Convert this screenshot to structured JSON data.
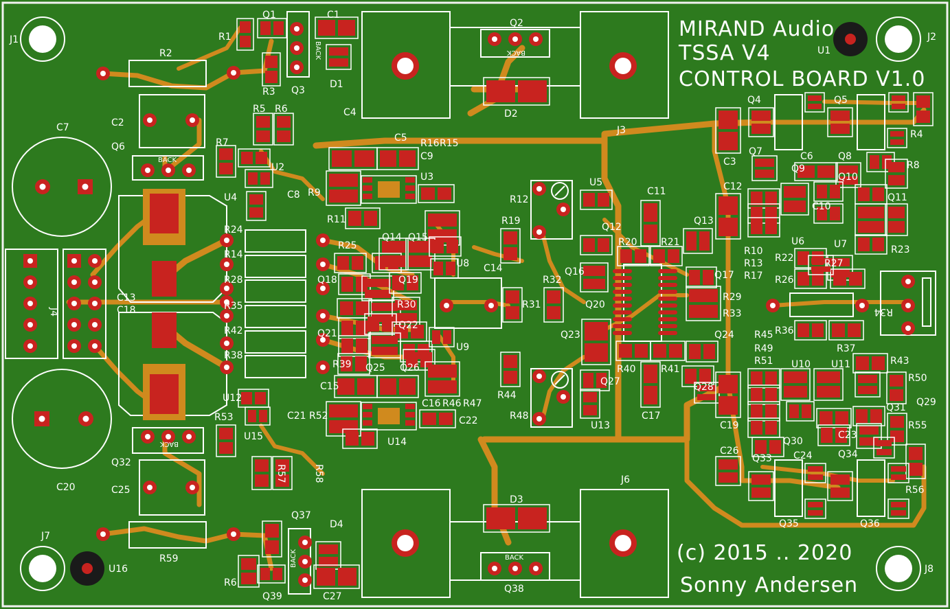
{
  "colors": {
    "board": "#2d7a1e",
    "trace": "#d08a1e",
    "pad": "#c8231f",
    "silk": "#ffffff",
    "frame": "#f2f2f2",
    "drill": "#ffffff",
    "dark": "#1a1a1a"
  },
  "title": {
    "line1": "MIRAND Audio",
    "line2": "TSSA V4",
    "line3": "CONTROL BOARD V1.0"
  },
  "footer": {
    "copyright": "(c) 2015 .. 2020",
    "author": "Sonny Andersen"
  },
  "back_label": "BACK",
  "labels": {
    "J1": "J1",
    "J2": "J2",
    "J3": "J3",
    "J4": "J4",
    "J6": "J6",
    "J7": "J7",
    "J8": "J8",
    "U1": "U1",
    "U16": "U16",
    "R1": "R1",
    "R2": "R2",
    "R3": "R3",
    "R4": "R4",
    "R5": "R5",
    "R6": "R6",
    "R7": "R7",
    "R8": "R8",
    "R9": "R9",
    "R10": "R10",
    "R11": "R11",
    "R12": "R12",
    "R13": "R13",
    "R14": "R14",
    "R15": "R15",
    "R16": "R16",
    "R17": "R17",
    "R19": "R19",
    "R20": "R20",
    "R21": "R21",
    "R22": "R22",
    "R23": "R23",
    "R24": "R24",
    "R25": "R25",
    "R26": "R26",
    "R27": "R27",
    "R28": "R28",
    "R29": "R29",
    "R30": "R30",
    "R31": "R31",
    "R32": "R32",
    "R33": "R33",
    "R34": "R34",
    "R35": "R35",
    "R36": "R36",
    "R37": "R37",
    "R38": "R38",
    "R39": "R39",
    "R40": "R40",
    "R41": "R41",
    "R42": "R42",
    "R43": "R43",
    "R44": "R44",
    "R45": "R45",
    "R46": "R46",
    "R47": "R47",
    "R48": "R48",
    "R49": "R49",
    "R50": "R50",
    "R51": "R51",
    "R52": "R52",
    "R53": "R53",
    "R55": "R55",
    "R56": "R56",
    "R57": "R57",
    "R58": "R58",
    "R59": "R59",
    "R6b": "R6",
    "C1": "C1",
    "C2": "C2",
    "C3": "C3",
    "C4": "C4",
    "C5": "C5",
    "C6": "C6",
    "C7": "C7",
    "C8": "C8",
    "C9": "C9",
    "C10": "C10",
    "C11": "C11",
    "C12": "C12",
    "C13": "C13",
    "C14": "C14",
    "C15": "C15",
    "C16": "C16",
    "C17": "C17",
    "C18": "C18",
    "C19": "C19",
    "C20": "C20",
    "C21": "C21",
    "C22": "C22",
    "C23": "C23",
    "C24": "C24",
    "C25": "C25",
    "C26": "C26",
    "C27": "C27",
    "Q1": "Q1",
    "Q2": "Q2",
    "Q3": "Q3",
    "Q4": "Q4",
    "Q5": "Q5",
    "Q6": "Q6",
    "Q7": "Q7",
    "Q8": "Q8",
    "Q9": "Q9",
    "Q10": "Q10",
    "Q11": "Q11",
    "Q12": "Q12",
    "Q13": "Q13",
    "Q14": "Q14",
    "Q15": "Q15",
    "Q16": "Q16",
    "Q17": "Q17",
    "Q18": "Q18",
    "Q19": "Q19",
    "Q20": "Q20",
    "Q21": "Q21",
    "Q22": "Q22",
    "Q23": "Q23",
    "Q24": "Q24",
    "Q25": "Q25",
    "Q26": "Q26",
    "Q27": "Q27",
    "Q28": "Q28",
    "Q29": "Q29",
    "Q30": "Q30",
    "Q31": "Q31",
    "Q32": "Q32",
    "Q33": "Q33",
    "Q34": "Q34",
    "Q35": "Q35",
    "Q36": "Q36",
    "Q37": "Q37",
    "Q38": "Q38",
    "Q39": "Q39",
    "U2": "U2",
    "U3": "U3",
    "U4": "U4",
    "U5": "U5",
    "U6": "U6",
    "U7": "U7",
    "U8": "U8",
    "U9": "U9",
    "U10": "U10",
    "U11": "U11",
    "U12": "U12",
    "U13": "U13",
    "U14": "U14",
    "U15": "U15",
    "D1": "D1",
    "D2": "D2",
    "D3": "D3",
    "D4": "D4"
  }
}
